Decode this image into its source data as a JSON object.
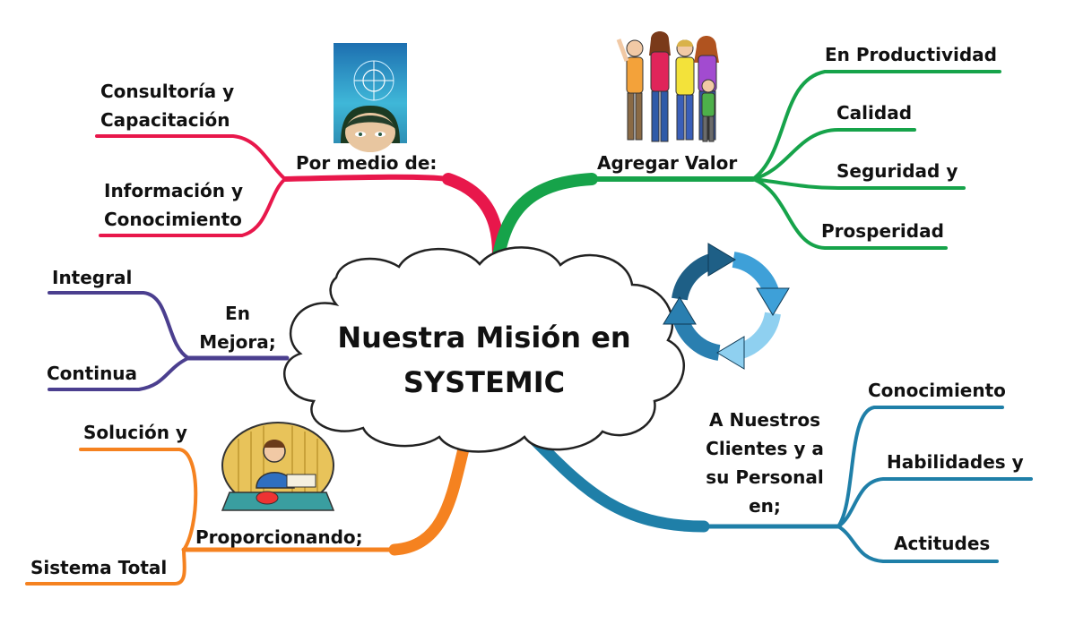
{
  "center": {
    "line1": "Nuestra Misión en",
    "line2": "SYSTEMIC"
  },
  "branches": {
    "por_medio": {
      "label": "Por medio de:",
      "color": "#e8174b",
      "items": [
        "Consultoría y Capacitación",
        "Información y Conocimiento"
      ]
    },
    "agregar_valor": {
      "label": "Agregar Valor",
      "color": "#16a34a",
      "items": [
        "En Productividad",
        "Calidad",
        "Seguridad y",
        "Prosperidad"
      ]
    },
    "en_mejora": {
      "label": "En Mejora;",
      "color": "#4b3f8f",
      "items": [
        "Integral",
        "Continua"
      ]
    },
    "proporcionando": {
      "label": "Proporcionando;",
      "color": "#f58220",
      "items": [
        "Solución y",
        "Sistema Total"
      ]
    },
    "clientes": {
      "label": "A Nuestros Clientes y a su Personal en;",
      "color": "#1f7fa8",
      "items": [
        "Conocimiento",
        "Habilidades y",
        "Actitudes"
      ]
    }
  },
  "icons": {
    "cycle_colors": [
      "#1e5f86",
      "#3ea0d8",
      "#8fd0f0",
      "#2a7fb0"
    ]
  }
}
